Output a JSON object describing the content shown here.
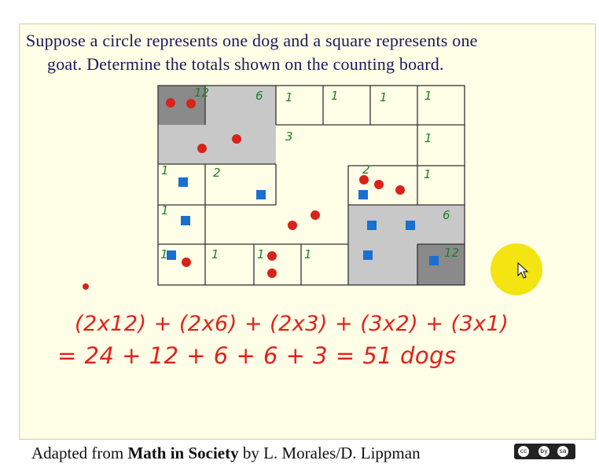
{
  "prompt": {
    "line1": "Suppose a circle represents one dog and a square represents one",
    "line2": "goat.  Determine the totals shown on the counting board."
  },
  "board": {
    "cell_values": {
      "big12_top": "12",
      "six_top": "6",
      "one_a": "1",
      "one_b": "1",
      "one_c": "1",
      "one_d": "1",
      "three": "3",
      "one_e": "1",
      "one_f": "1",
      "two_mid": "2",
      "two_right": "2",
      "one_g": "1",
      "one_h": "1",
      "six_bottom": "6",
      "one_i": "1",
      "one_j": "1",
      "one_k": "1",
      "one_l": "1",
      "big12_bottom": "12"
    }
  },
  "work": {
    "line1": "(2x12) + (2x6) + (2x3) + (3x2) + (3x1)",
    "line2": "= 24 + 12 + 6 + 6 + 3 = 51 dogs"
  },
  "footer": {
    "prefix": "Adapted from ",
    "book": "Math in Society",
    "suffix": " by L. Morales/D. Lippman"
  },
  "license_badge": [
    "cc",
    "by",
    "sa"
  ],
  "colors": {
    "ink": "#1a1a5e",
    "dog": "#d9221a",
    "goat": "#1a6fd1",
    "handwriting_green": "#1e7d2a",
    "handwriting_red": "#e0211c",
    "pointer_highlight": "#f2e200",
    "shade_light": "#c8c8c8",
    "shade_dark": "#8a8a8a"
  }
}
